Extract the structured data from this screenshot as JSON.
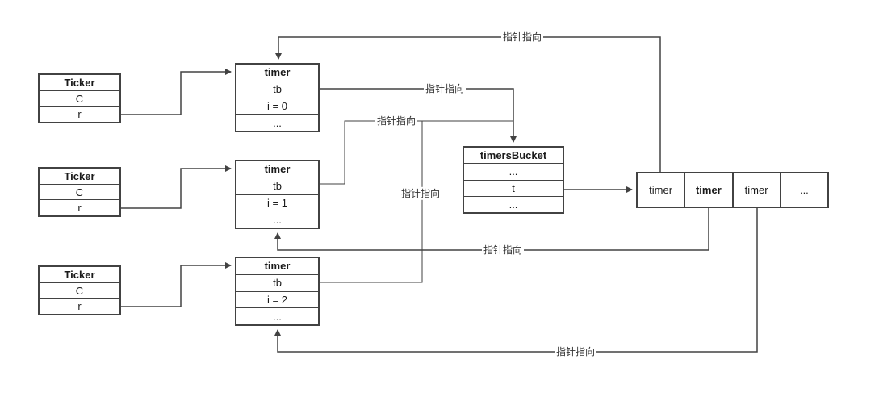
{
  "colors": {
    "background": "#ffffff",
    "box_border": "#424242",
    "line": "#424242",
    "text": "#1a1a1a",
    "label_text": "#333333"
  },
  "diagram": {
    "tickers": [
      {
        "title": "Ticker",
        "fields": [
          "C",
          "r"
        ]
      },
      {
        "title": "Ticker",
        "fields": [
          "C",
          "r"
        ]
      },
      {
        "title": "Ticker",
        "fields": [
          "C",
          "r"
        ]
      }
    ],
    "timers": [
      {
        "title": "timer",
        "fields": [
          "tb",
          "i = 0",
          "..."
        ]
      },
      {
        "title": "timer",
        "fields": [
          "tb",
          "i = 1",
          "..."
        ]
      },
      {
        "title": "timer",
        "fields": [
          "tb",
          "i = 2",
          "..."
        ]
      }
    ],
    "timers_bucket": {
      "title": "timersBucket",
      "fields": [
        "...",
        "t",
        "..."
      ]
    },
    "timer_array": {
      "cells": [
        "timer",
        "timer",
        "timer",
        "..."
      ]
    },
    "edges": [
      {
        "label": "指针指向",
        "from": "timer-array-cell-1",
        "to": "timer-box-1"
      },
      {
        "label": "指针指向",
        "from": "timer-1-tb",
        "to": "timers-bucket"
      },
      {
        "label": "指针指向",
        "from": "timer-2-tb",
        "to": "timers-bucket"
      },
      {
        "label": "指针指向",
        "from": "timer-3-tb",
        "to": "timers-bucket"
      },
      {
        "label": "指针指向",
        "from": "timer-array-cell-2",
        "to": "timer-box-2"
      },
      {
        "label": "指针指向",
        "from": "timer-array-cell-3",
        "to": "timer-box-3"
      }
    ]
  }
}
